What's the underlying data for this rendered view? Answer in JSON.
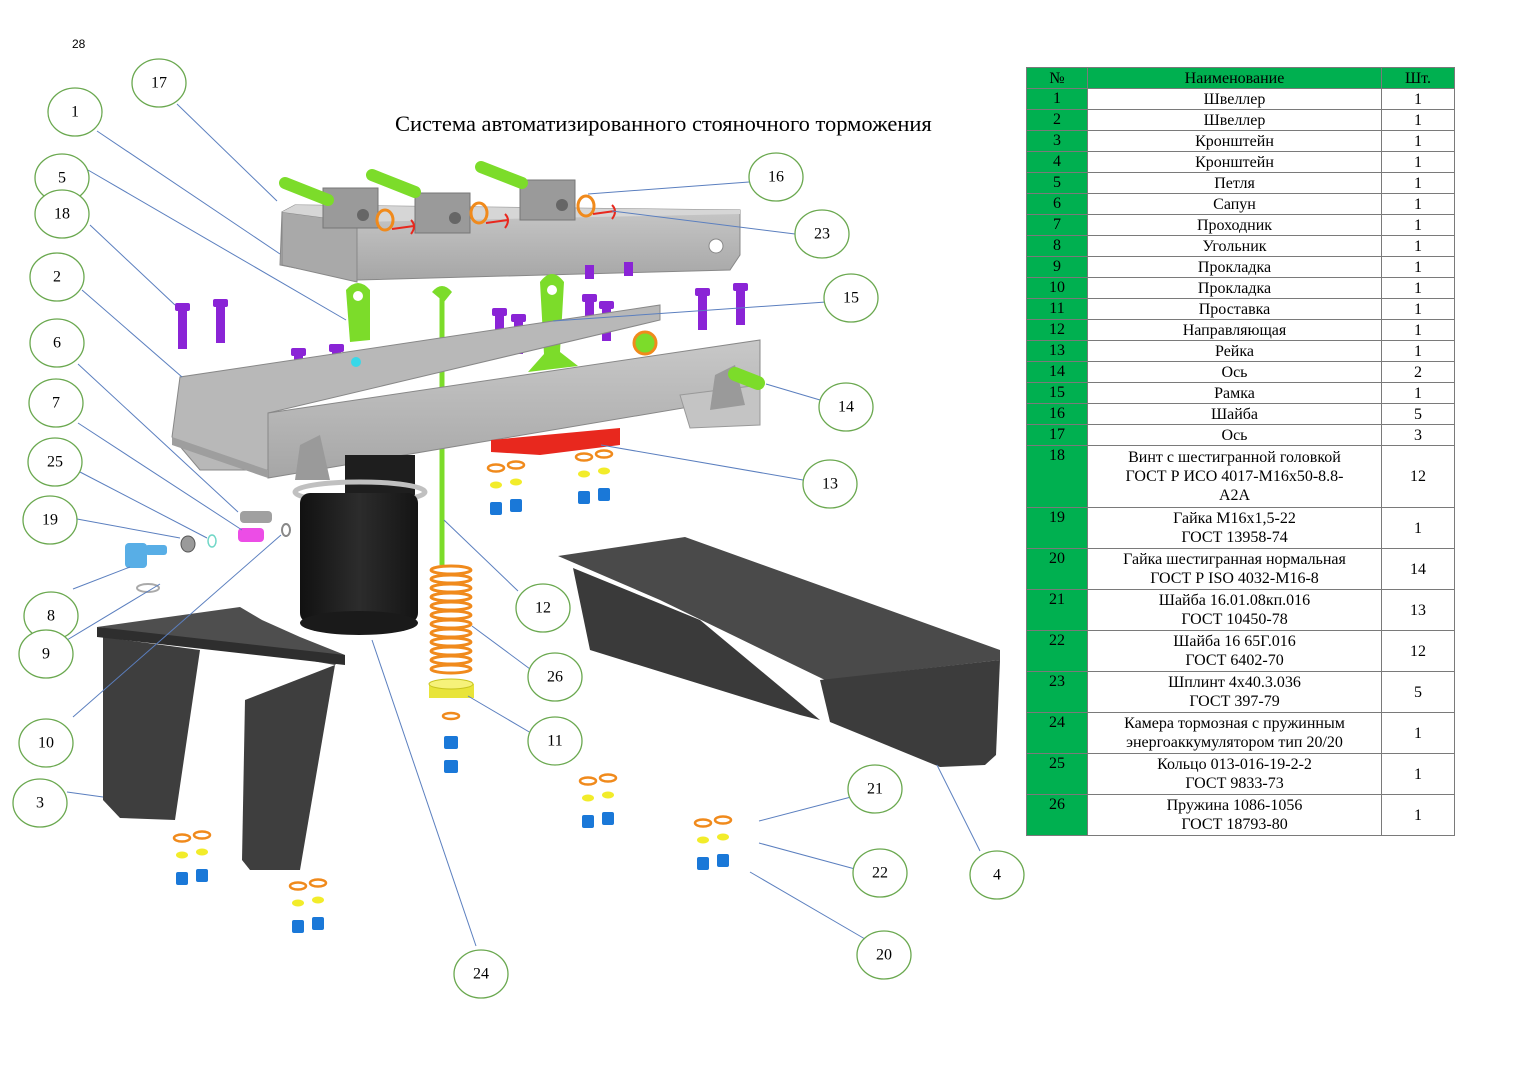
{
  "page_number": "28",
  "title": "Система автоматизированного стояночного торможения",
  "colors": {
    "table_header": "#00b050",
    "number_column": "#00b050",
    "callout_border": "#6aa84f",
    "leader_line": "#5b7fbf",
    "steel": "#b4b4b4",
    "bracket": "#4a4a4a",
    "pin": "#7cdc2a",
    "bolt": "#8a24d6",
    "washer_orange": "#f08a1c",
    "washer_yellow": "#f2ec2a",
    "nut_blue": "#1a78d8",
    "rail_red": "#e8281e",
    "chamber_black": "#1e1e1e"
  },
  "bom": {
    "headers": {
      "num": "№",
      "name": "Наименование",
      "qty": "Шт."
    },
    "rows": [
      {
        "num": "1",
        "name": "Швеллер",
        "qty": "1"
      },
      {
        "num": "2",
        "name": "Швеллер",
        "qty": "1"
      },
      {
        "num": "3",
        "name": "Кронштейн",
        "qty": "1"
      },
      {
        "num": "4",
        "name": "Кронштейн",
        "qty": "1"
      },
      {
        "num": "5",
        "name": "Петля",
        "qty": "1"
      },
      {
        "num": "6",
        "name": "Сапун",
        "qty": "1"
      },
      {
        "num": "7",
        "name": "Проходник",
        "qty": "1"
      },
      {
        "num": "8",
        "name": "Угольник",
        "qty": "1"
      },
      {
        "num": "9",
        "name": "Прокладка",
        "qty": "1"
      },
      {
        "num": "10",
        "name": "Прокладка",
        "qty": "1"
      },
      {
        "num": "11",
        "name": "Проставка",
        "qty": "1"
      },
      {
        "num": "12",
        "name": "Направляющая",
        "qty": "1"
      },
      {
        "num": "13",
        "name": "Рейка",
        "qty": "1"
      },
      {
        "num": "14",
        "name": "Ось",
        "qty": "2"
      },
      {
        "num": "15",
        "name": "Рамка",
        "qty": "1"
      },
      {
        "num": "16",
        "name": "Шайба",
        "qty": "5"
      },
      {
        "num": "17",
        "name": "Ось",
        "qty": "3"
      },
      {
        "num": "18",
        "name_lines": [
          "Винт с шестигранной головкой",
          "ГОСТ Р ИСО 4017-М16х50-8.8-",
          "А2А"
        ],
        "qty": "12"
      },
      {
        "num": "19",
        "name_lines": [
          "Гайка М16х1,5-22",
          "ГОСТ 13958-74"
        ],
        "qty": "1"
      },
      {
        "num": "20",
        "name_lines": [
          "Гайка шестигранная нормальная",
          "ГОСТ Р ISO 4032-М16-8"
        ],
        "qty": "14"
      },
      {
        "num": "21",
        "name_lines": [
          "Шайба 16.01.08кп.016",
          "ГОСТ 10450-78"
        ],
        "qty": "13"
      },
      {
        "num": "22",
        "name_lines": [
          "Шайба 16 65Г.016",
          "ГОСТ 6402-70"
        ],
        "qty": "12"
      },
      {
        "num": "23",
        "name_lines": [
          "Шплинт 4х40.3.036",
          "ГОСТ 397-79"
        ],
        "qty": "5"
      },
      {
        "num": "24",
        "name_lines": [
          "Камера тормозная с пружинным",
          "энергоаккумулятором тип 20/20"
        ],
        "qty": "1"
      },
      {
        "num": "25",
        "name_lines": [
          "Кольцо 013-016-19-2-2",
          "ГОСТ 9833-73"
        ],
        "qty": "1"
      },
      {
        "num": "26",
        "name_lines": [
          "Пружина 1086-1056",
          "ГОСТ 18793-80"
        ],
        "qty": "1"
      }
    ]
  },
  "callouts": [
    "17",
    "1",
    "5",
    "18",
    "2",
    "6",
    "7",
    "25",
    "19",
    "8",
    "9",
    "10",
    "3",
    "16",
    "23",
    "15",
    "14",
    "13",
    "12",
    "26",
    "11",
    "24",
    "21",
    "22",
    "20",
    "4"
  ]
}
